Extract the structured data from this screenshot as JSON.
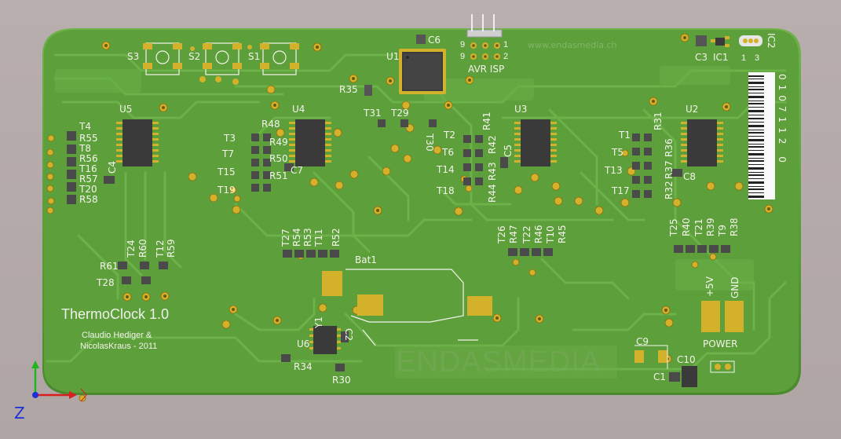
{
  "board": {
    "title": "ThermoClock 1.0",
    "credits_line1": "Claudio Hediger &",
    "credits_line2": "NicolasKraus - 2011",
    "watermark": "ENDASMEDIA",
    "website": "www.endasmedia.ch",
    "barcode_digits": "0107112 0",
    "colors": {
      "board": "#5b9f3a",
      "board_edge": "#4e8e31",
      "trace": "#6cb249",
      "pad": "#d4b12a",
      "ic": "#3a3a3a",
      "background": "#b3a8a8",
      "silkscreen": "#f4f4ec"
    }
  },
  "labels": {
    "s3": "S3",
    "s2": "S2",
    "s1": "S1",
    "u1": "U1",
    "c6": "C6",
    "r35": "R35",
    "avr_isp": "AVR ISP",
    "isp_pin9": "9",
    "isp_pin1": "1",
    "isp_pin2": "2",
    "isp_pin_a": "9",
    "isp_pin_b": "1",
    "c3": "C3",
    "ic1": "IC1",
    "ic2": "IC2",
    "ic2_pin1": "1",
    "ic2_pin3": "3",
    "u5": "U5",
    "u4": "U4",
    "u3": "U3",
    "u2": "U2",
    "t4": "T4",
    "r55": "R55",
    "t8": "T8",
    "r56": "R56",
    "t16": "T16",
    "r57": "R57",
    "t20": "T20",
    "r58": "R58",
    "c4": "C4",
    "t3": "T3",
    "r48": "R48",
    "r49": "R49",
    "t7": "T7",
    "r50": "R50",
    "t15": "T15",
    "r51": "R51",
    "t19": "T19",
    "c7": "C7",
    "t31": "T31",
    "t29": "T29",
    "t30": "T30",
    "r41": "R41",
    "t2": "T2",
    "t6": "T6",
    "r42": "R42",
    "t14": "T14",
    "r43": "R43",
    "t18": "T18",
    "r44": "R44",
    "c5": "C5",
    "t1": "T1",
    "r31": "R31",
    "t5": "T5",
    "t13": "T13",
    "r36": "R36",
    "r37": "R37",
    "t17": "T17",
    "r32": "R32",
    "c8": "C8",
    "t27": "T27",
    "r54": "R54",
    "r53": "R53",
    "t11": "T11",
    "r52": "R52",
    "t26": "T26",
    "r47": "R47",
    "t22": "T22",
    "r46": "R46",
    "t10": "T10",
    "r45": "R45",
    "t25": "T25",
    "r40": "R40",
    "t21": "T21",
    "r39": "R39",
    "t9": "T9",
    "r38": "R38",
    "t24": "T24",
    "r60": "R60",
    "t12": "T12",
    "r59": "R59",
    "r61": "R61",
    "t28": "T28",
    "bat1": "Bat1",
    "y1": "Y1",
    "u6": "U6",
    "c2": "C2",
    "r34": "R34",
    "r30": "R30",
    "c9": "C9",
    "c10": "C10",
    "c1": "C1",
    "plus5v": "+5V",
    "gnd": "GND",
    "power": "POWER"
  },
  "axes": {
    "z_label": "Z",
    "x_color": "#d81e1e",
    "y_color": "#1fb51f",
    "z_color": "#1e2fd8"
  }
}
